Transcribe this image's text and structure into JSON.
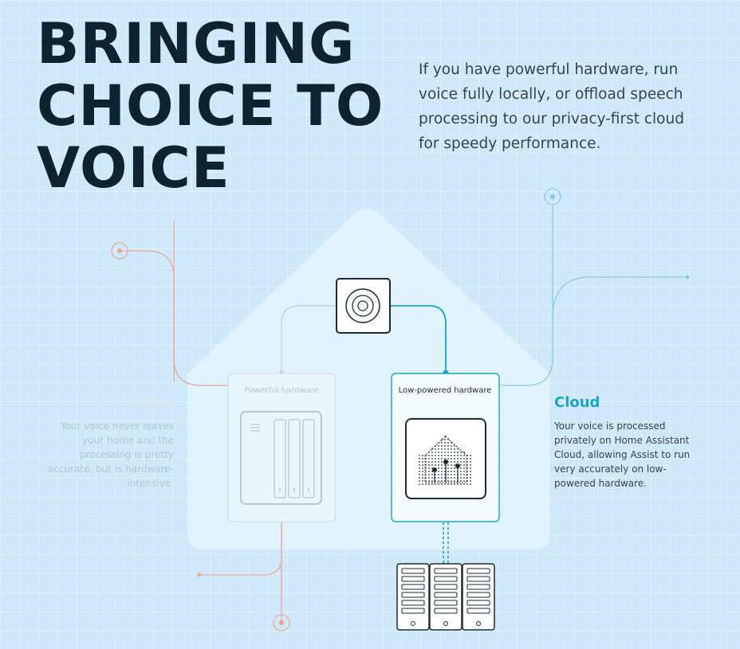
{
  "headline": {
    "line1": "BRINGING",
    "line2": "CHOICE TO",
    "line3": "VOICE"
  },
  "intro": "If you have powerful hardware, run voice fully locally, or offload speech processing to our privacy-first cloud for speedy performance.",
  "powerful_card": {
    "label": "Powerful hardware"
  },
  "low_card": {
    "label": "Low-powered hardware"
  },
  "local": {
    "title": "Local",
    "description": "Your voice never leaves your home and the processing is pretty accurate, but is hardware-intensive."
  },
  "cloud": {
    "title": "Cloud",
    "description": "Your voice is processed privately on Home Assistant Cloud, allowing Assist to run very accurately on low-powered hardware."
  },
  "colors": {
    "background": "#cfe9fa",
    "heading": "#0e2230",
    "accent_cloud": "#1aa5c2",
    "accent_local": "#e8a99a",
    "faded_text": "#b8ccd6"
  },
  "icons": [
    "target-icon",
    "speaker-icon",
    "server-icon",
    "home-assistant-icon",
    "server-rack-icon"
  ]
}
